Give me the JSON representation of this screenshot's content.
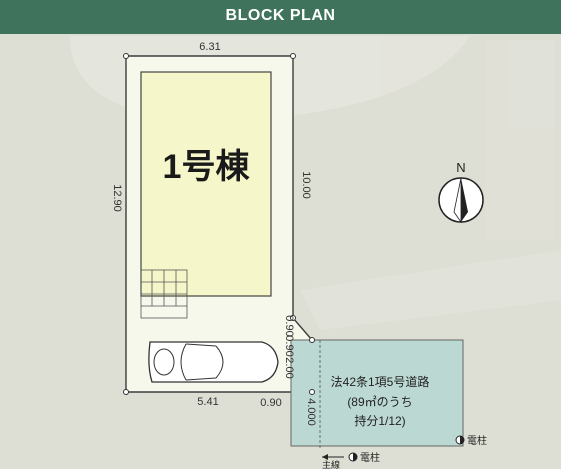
{
  "header": {
    "title": "BLOCK PLAN"
  },
  "plot": {
    "label": "1号棟"
  },
  "dimensions": {
    "top": "6.31",
    "left": "12.90",
    "right": "10.00",
    "bottom": "5.41",
    "bottom_right": "0.90",
    "corner_upper": "0.90",
    "corner_lower": "0.90",
    "road_offset": "2.00",
    "road_depth": "4.000"
  },
  "road": {
    "line1": "法42条1項5号道路",
    "line2": "(89㎡のうち",
    "line3": "持分1/12)"
  },
  "markers": {
    "pole_right": "電柱",
    "pole_bottom": "電柱",
    "trunk": "主線"
  },
  "compass": {
    "north": "N"
  },
  "colors": {
    "header": "#3f735b",
    "plot_fill": "#f5f6c9",
    "lot_fill": "#f7f8ec",
    "road_fill": "#bcd8d3"
  }
}
